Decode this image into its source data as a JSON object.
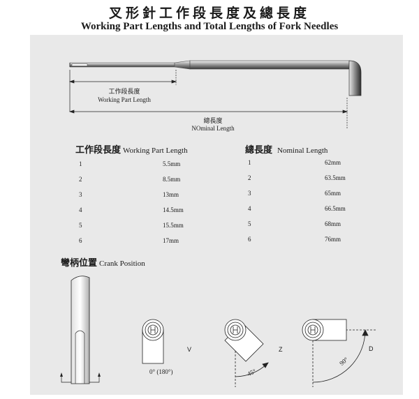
{
  "title_zh": "叉形針工作段長度及總長度",
  "title_en": "Working Part Lengths and Total Lengths of Fork Needles",
  "diagram": {
    "working_label_zh": "工作段長度",
    "working_label_en": "Working Part Length",
    "total_label_zh": "總長度",
    "total_label_en": "NOminal Length"
  },
  "working_table": {
    "heading_zh": "工作段長度",
    "heading_en": "Working Part Length",
    "rows": [
      {
        "no": "1",
        "value": "5.5mm"
      },
      {
        "no": "2",
        "value": "8.5mm"
      },
      {
        "no": "3",
        "value": "13mm"
      },
      {
        "no": "4",
        "value": "14.5mm"
      },
      {
        "no": "5",
        "value": "15.5mm"
      },
      {
        "no": "6",
        "value": "17mm"
      }
    ]
  },
  "nominal_table": {
    "heading_zh": "總長度",
    "heading_en": "Nominal Length",
    "rows": [
      {
        "no": "1",
        "value": "62mm"
      },
      {
        "no": "2",
        "value": "63.5mm"
      },
      {
        "no": "3",
        "value": "65mm"
      },
      {
        "no": "4",
        "value": "66.5mm"
      },
      {
        "no": "5",
        "value": "68mm"
      },
      {
        "no": "6",
        "value": "76mm"
      }
    ]
  },
  "crank": {
    "heading_zh": "彎柄位置",
    "heading_en": "Crank Position",
    "v_label": "V",
    "v_angle": "0°  (180°)",
    "z_label": "Z",
    "z_angle": "45°",
    "d_label": "D",
    "d_angle": "90°"
  }
}
